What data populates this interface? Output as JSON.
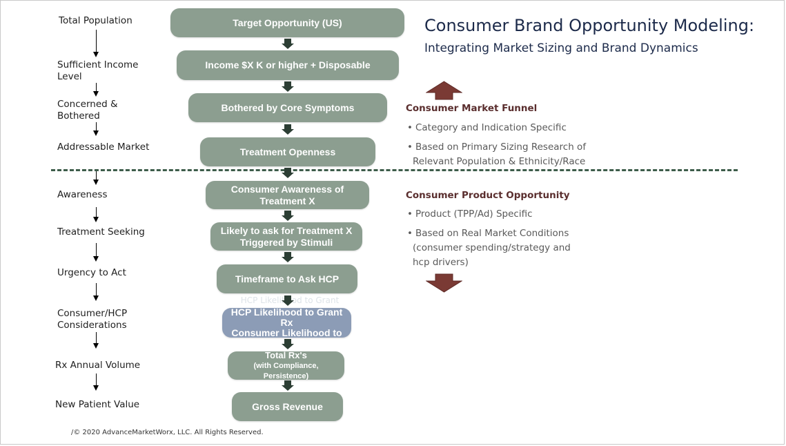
{
  "title": "Consumer Brand Opportunity Modeling:",
  "subtitle": "Integrating Market Sizing and Brand Dynamics",
  "left_labels": [
    [
      "Total Population"
    ],
    [
      "Sufficient Income",
      "Level"
    ],
    [
      "Concerned &",
      "Bothered"
    ],
    [
      "Addressable Market"
    ],
    [
      "Awareness"
    ],
    [
      "Treatment Seeking"
    ],
    [
      "Urgency to Act"
    ],
    [
      "Consumer/HCP",
      "Considerations"
    ],
    [
      "Rx Annual Volume"
    ],
    [
      "New Patient Value"
    ]
  ],
  "funnel": [
    [
      "Target Opportunity  (US)"
    ],
    [
      "Income $X K or higher + Disposable"
    ],
    [
      "Bothered by Core Symptoms"
    ],
    [
      "Treatment Openness"
    ],
    [
      "Consumer Awareness of",
      "Treatment X"
    ],
    [
      "Likely to ask for Treatment X",
      "Triggered by Stimuli"
    ],
    [
      "Timeframe to Ask HCP"
    ],
    [
      "HCP Likelihood to Grant",
      "Rx",
      "Consumer Likelihood to"
    ],
    [
      "Total Rx's",
      "(with Compliance,",
      "Persistence)"
    ],
    [
      "Gross Revenue"
    ]
  ],
  "ghost_text": "HCP Likelihood to Grant",
  "market_funnel": {
    "heading": "Consumer Market Funnel",
    "bullets": [
      [
        "Category and Indication Specific"
      ],
      [
        "Based on Primary Sizing Research of",
        "Relevant Population & Ethnicity/Race"
      ]
    ]
  },
  "product_opportunity": {
    "heading": "Consumer Product Opportunity",
    "bullets": [
      [
        "Product (TPP/Ad) Specific"
      ],
      [
        "Based on Real Market Conditions",
        "(consumer spending/strategy and",
        "hcp drivers)"
      ]
    ]
  },
  "bullet_char": "•",
  "colors": {
    "box": "#8c9e90",
    "box_highlight": "#8c9cb6",
    "arrow": "#7a3a34",
    "heading": "#5a2e2e",
    "title": "#1c2a4a"
  },
  "copyright": "/© 2020 AdvanceMarketWorx, LLC.  All Rights Reserved."
}
